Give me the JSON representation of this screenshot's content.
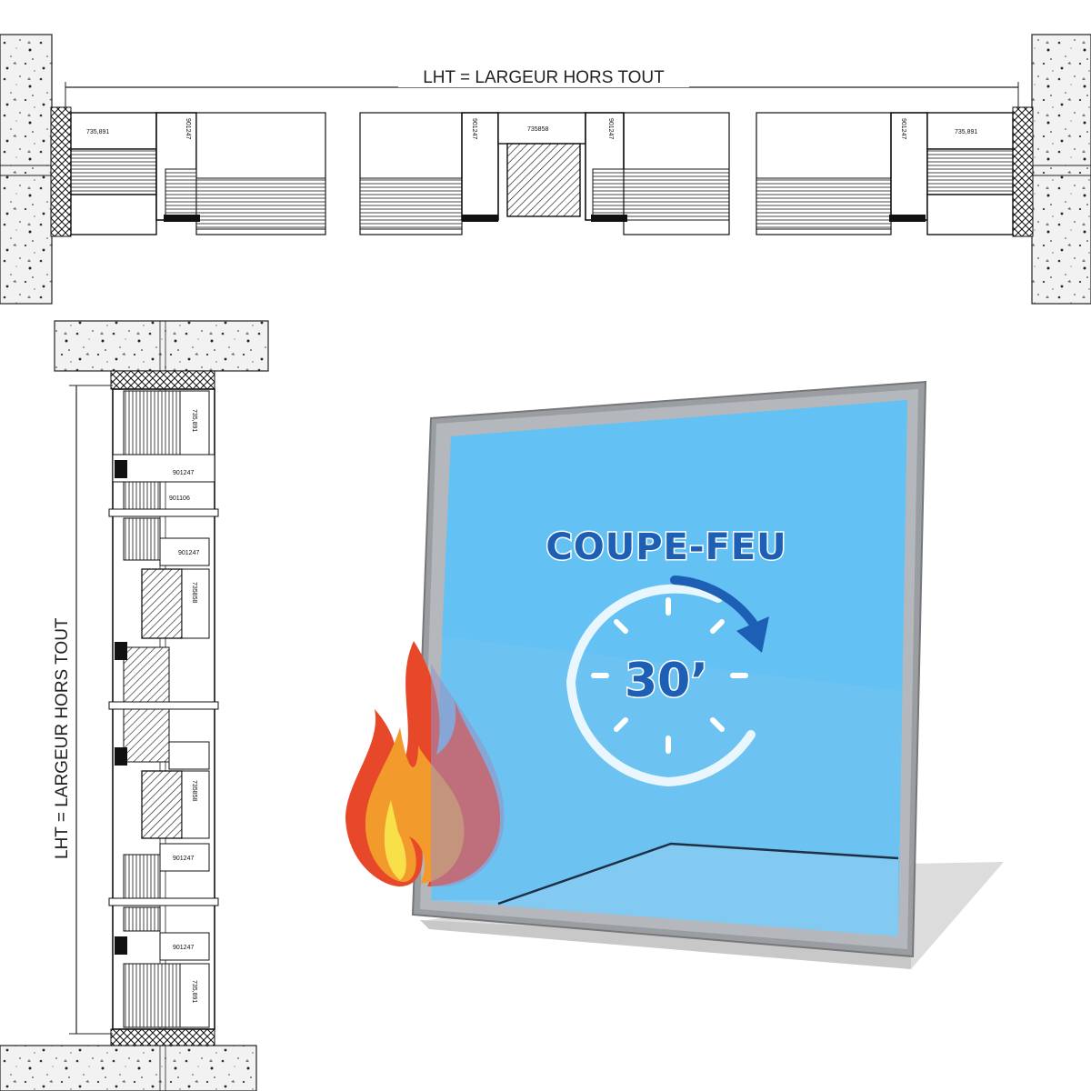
{
  "top_section": {
    "dimension_label": "LHT = LARGEUR HORS TOUT",
    "profile_codes": [
      "735,891",
      "901247",
      "735858"
    ]
  },
  "side_section": {
    "dimension_label": "LHT = LARGEUR HORS TOUT",
    "profile_codes": [
      "735,891",
      "901247",
      "901106",
      "735858"
    ]
  },
  "badge": {
    "title": "COUPE-FEU",
    "duration": "30’"
  },
  "colors": {
    "glass": "#6cc3f2",
    "frame": "#9a9ea3",
    "badge_text": "#1d5fb5",
    "flame_red": "#d9361f",
    "flame_yellow": "#f7e04a"
  }
}
